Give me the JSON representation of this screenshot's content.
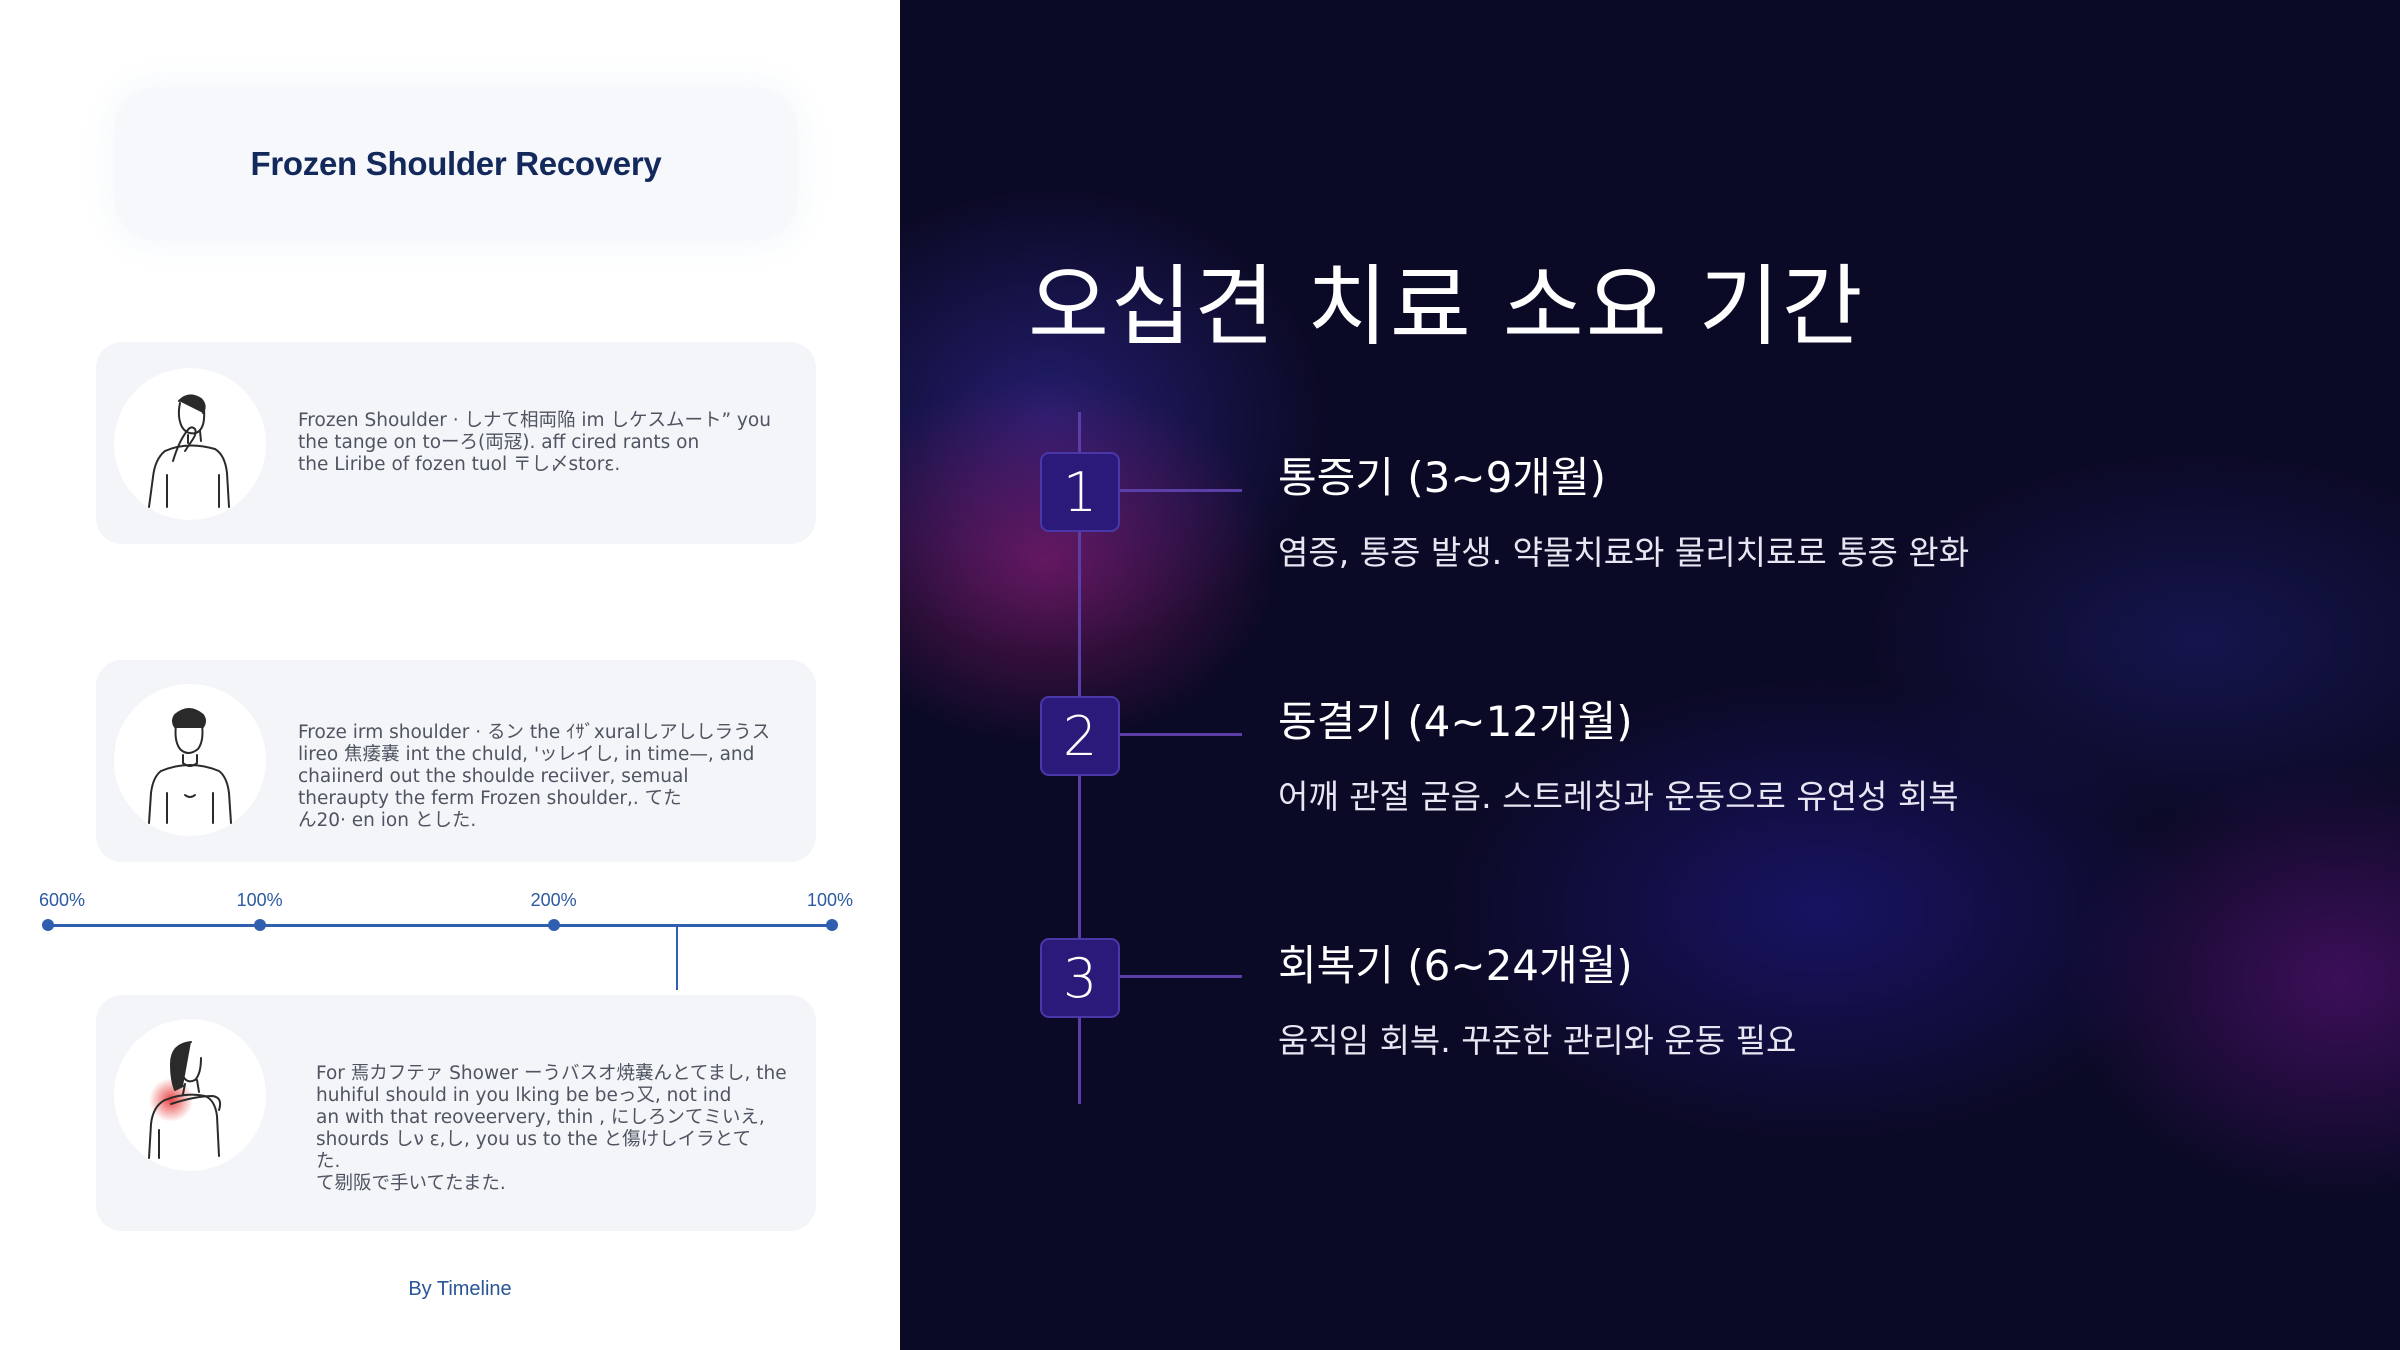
{
  "left": {
    "title": "Frozen Shoulder Recovery",
    "cards": [
      {
        "lines": [
          "Frozen Shoulder · しナて相両陥 im しケスムート” you",
          "the tange on toーろ(両冦). aff cired rants on",
          "the Liribe of fozen tuol 〒し〆storε."
        ]
      },
      {
        "lines": [
          "Froze irm shoulder · るン the ｲｻﾞxuralしアししラうス",
          "lireo 焦痿嚢 int the chuld, 'ッレイし, in time—, and",
          "chaiinerd out the shoulde reciiver, semual",
          "theraupty the ferm Frozen shoulder,. てた",
          "ん20· en ion とした."
        ]
      },
      {
        "lines": [
          "For 焉カフテァ Shower ーうバスオ焼嚢んとてまし, the",
          "huhiful should in you lking be beっ又, not ind",
          "an with that reoveervery, thin , にしろンてミいえ,",
          "shourds しν ε,し, you us to the と傷けしイラとて",
          "た.",
          "て剔阪で手いてたまた."
        ]
      }
    ],
    "timeline": {
      "ticks": [
        {
          "label": "600%",
          "pos": 0.0
        },
        {
          "label": "100%",
          "pos": 0.27
        },
        {
          "label": "200%",
          "pos": 0.645
        },
        {
          "label": "100%",
          "pos": 1.0
        }
      ]
    },
    "byline": "By Timeline"
  },
  "right": {
    "title": "오십견 치료 소요 기간",
    "steps": [
      {
        "number": "1",
        "title": "통증기 (3~9개월)",
        "desc": "염증, 통증 발생. 약물치료와 물리치료로 통증 완화"
      },
      {
        "number": "2",
        "title": "동결기 (4~12개월)",
        "desc": "어깨 관절 굳음. 스트레칭과 운동으로 유연성 회복"
      },
      {
        "number": "3",
        "title": "회복기 (6~24개월)",
        "desc": "움직임 회복. 꾸준한 관리와 운동 필요"
      }
    ]
  },
  "icons": [
    "man-hand-on-face-icon",
    "man-standing-icon",
    "woman-shoulder-pain-icon"
  ],
  "colors": {
    "accent": "#5b3ea8",
    "badge": "#2c1a7a",
    "left_title": "#13295b",
    "timeline": "#2f5fae"
  }
}
